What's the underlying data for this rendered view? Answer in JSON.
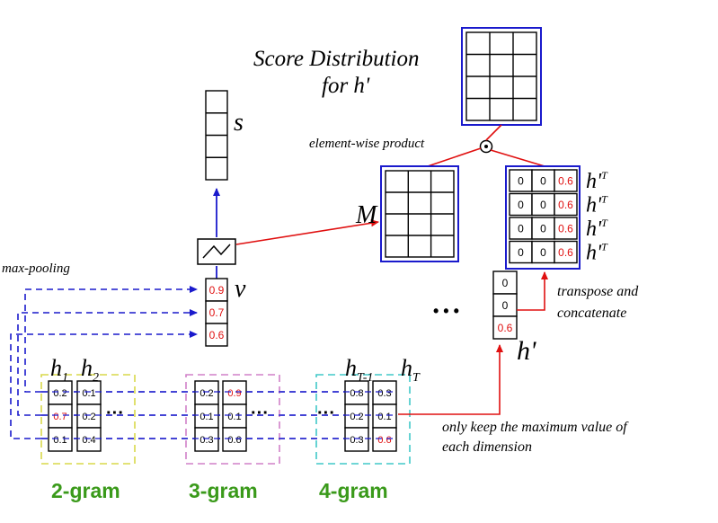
{
  "labels": {
    "score_line1": "Score Distribution",
    "score_line2": "for h'",
    "s": "s",
    "product": "element-wise product",
    "M": "M",
    "maxpool": "max-pooling",
    "v": "v",
    "transpose1": "transpose and",
    "transpose2": "concatenate",
    "hprime": "h'",
    "hT_T": "h'T",
    "keep1": "only keep the maximum value of",
    "keep2": "each dimension",
    "h1": "h",
    "h1_sub": "1",
    "h2": "h",
    "h2_sub": "2",
    "hT1": "h",
    "hT1_sub": "T-1",
    "hT": "h",
    "hT_sub": "T",
    "ellipsis_small": "···",
    "ellipsis_big": "• • •"
  },
  "ngrams": [
    "2-gram",
    "3-gram",
    "4-gram"
  ],
  "v_values": [
    "0.9",
    "0.7",
    "0.6"
  ],
  "hprime_values": [
    "0",
    "0",
    "0.6"
  ],
  "hprime_T_rows": [
    [
      "0",
      "0",
      "0.6"
    ],
    [
      "0",
      "0",
      "0.6"
    ],
    [
      "0",
      "0",
      "0.6"
    ],
    [
      "0",
      "0",
      "0.6"
    ]
  ],
  "hidden_vectors": [
    {
      "values": [
        "0.2",
        "0.7",
        "0.1"
      ],
      "red_index": 1
    },
    {
      "values": [
        "0.1",
        "0.2",
        "0.4"
      ],
      "red_index": -1
    },
    {
      "values": [
        "0.2",
        "0.1",
        "0.3"
      ],
      "red_index": -1
    },
    {
      "values": [
        "0.9",
        "0.1",
        "0.6"
      ],
      "red_index": 0
    },
    {
      "values": [
        "0.8",
        "0.2",
        "0.3"
      ],
      "red_index": -1
    },
    {
      "values": [
        "0.3",
        "0.1",
        "0.6"
      ],
      "red_index": 2
    }
  ],
  "colors": {
    "blue": "#1a1acc",
    "red": "#e01010",
    "green": "#3a9a1a",
    "yellow_box": "#d8d84a",
    "pink_box": "#d080c8",
    "cyan_box": "#40c8c8",
    "value_red": "#e01010"
  }
}
